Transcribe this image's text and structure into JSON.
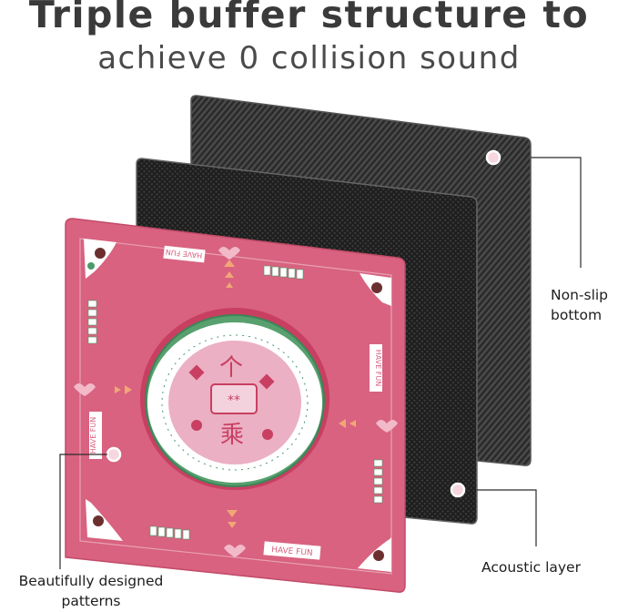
{
  "heading": {
    "title": "Triple buffer structure to",
    "subtitle": "achieve 0 collision sound"
  },
  "callouts": {
    "non_slip": "Non-slip bottom",
    "acoustic": "Acoustic layer",
    "patterns": "Beautifully designed patterns"
  },
  "mat": {
    "center_char_top": "个",
    "center_char_bottom": "乘",
    "center_tile_text": "**",
    "have_fun_1": "HAVE FUN",
    "have_fun_2": "HAVE FUN",
    "have_fun_3": "HAVE FUN",
    "have_fun_4": "HAVE FUN"
  },
  "colors": {
    "mat_pink": "#d8627f",
    "carbon_dark": "#2b2b2b",
    "accent_green": "#4b9a6a",
    "light_pink": "#f0b8c8"
  }
}
